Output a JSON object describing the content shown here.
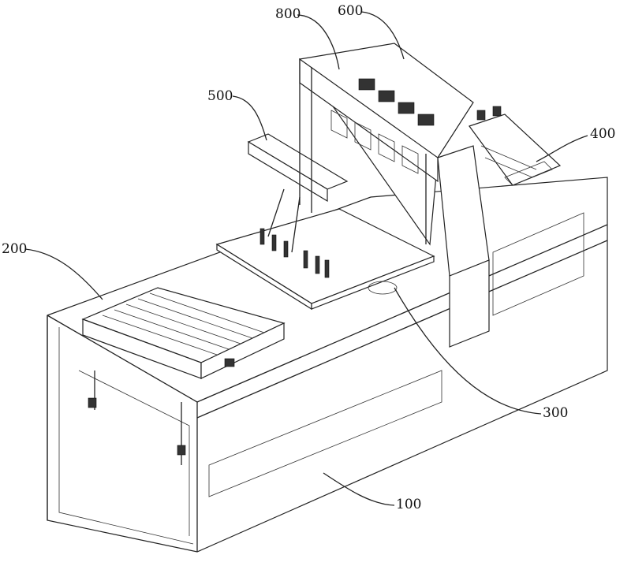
{
  "figure": {
    "type": "isometric patent line drawing",
    "subject": "automated machine assembly",
    "reference_labels": [
      {
        "id": "100",
        "text": "100",
        "part": "frame / base"
      },
      {
        "id": "200",
        "text": "200",
        "part": "feeding tray mechanism"
      },
      {
        "id": "300",
        "text": "300",
        "part": "worktable / platform"
      },
      {
        "id": "400",
        "text": "400",
        "part": "right-side module"
      },
      {
        "id": "500",
        "text": "500",
        "part": "gantry head"
      },
      {
        "id": "600",
        "text": "600",
        "part": "upper cabinet module"
      },
      {
        "id": "800",
        "text": "800",
        "part": "front cabinet frame"
      }
    ],
    "colors": {
      "line": "#222222",
      "background": "#ffffff"
    }
  }
}
